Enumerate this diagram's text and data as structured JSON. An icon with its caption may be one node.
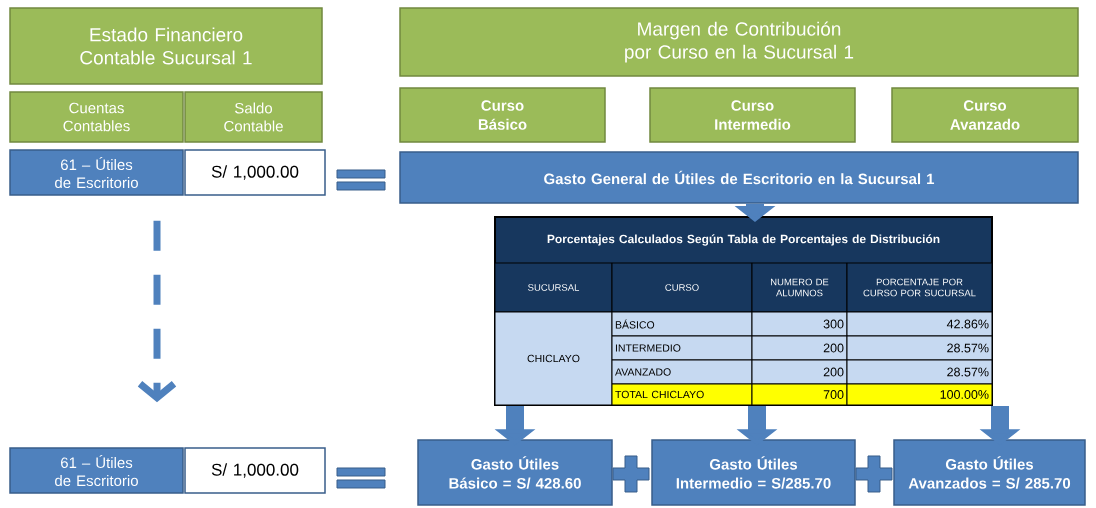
{
  "diagram": {
    "nodes": [
      {
        "text": [
          "Estado Financiero Contable Sucursal 1"
        ]
      },
      {
        "text": [
          "Cuentas Contables"
        ]
      },
      {
        "text": [
          "Saldo Contable"
        ]
      },
      {
        "text": [
          "61 – Útiles de Escritorio"
        ]
      },
      {
        "text": [
          "S/ 1,000.00"
        ]
      },
      {
        "text": [
          "Margen de Contribución por Curso en la Sucursal 1"
        ]
      },
      {
        "text": [
          "Curso Básico"
        ]
      },
      {
        "text": [
          "Curso Intermedio"
        ]
      },
      {
        "text": [
          "Curso Avanzado"
        ]
      },
      {
        "text": [
          "Gasto General de Útiles de Escritorio en la Sucursal 1"
        ]
      },
      {
        "text": [
          "Porcentajes Calculados Según Tabla de Porcentajes de Distribución"
        ]
      },
      {
        "text": [
          "61 – Útiles de Escritorio"
        ]
      },
      {
        "text": [
          "S/ 1,000.00"
        ]
      },
      {
        "text": [
          "Gasto Útiles",
          "Básico = S/ 428.60"
        ]
      },
      {
        "text": [
          "Gasto Útiles",
          "Intermedio = S/285.70"
        ]
      },
      {
        "text": [
          "Gasto Útiles",
          "Avanzados = S/ 285.70"
        ]
      }
    ],
    "edges": [
      {
        "from": 9,
        "to": 10,
        "arrow": "to"
      },
      {
        "from": 10,
        "to": 13,
        "arrow": "to"
      },
      {
        "from": 10,
        "to": 14,
        "arrow": "to"
      },
      {
        "from": 10,
        "to": 15,
        "arrow": "to"
      },
      {
        "from": 3,
        "to": 11,
        "arrow": "to",
        "style": "dashed"
      }
    ],
    "labels": [
      "SUCURSAL",
      "CURSO",
      "NUMERO DE ALUMNOS",
      "PORCENTAJE POR CURSO POR SUCURSAL",
      "CHICLAYO",
      "BÁSICO",
      "300",
      "42.86%",
      "INTERMEDIO",
      "200",
      "28.57%",
      "AVANZADO",
      "200",
      "28.57%",
      "TOTAL CHICLAYO",
      "700",
      "100.00%"
    ]
  }
}
